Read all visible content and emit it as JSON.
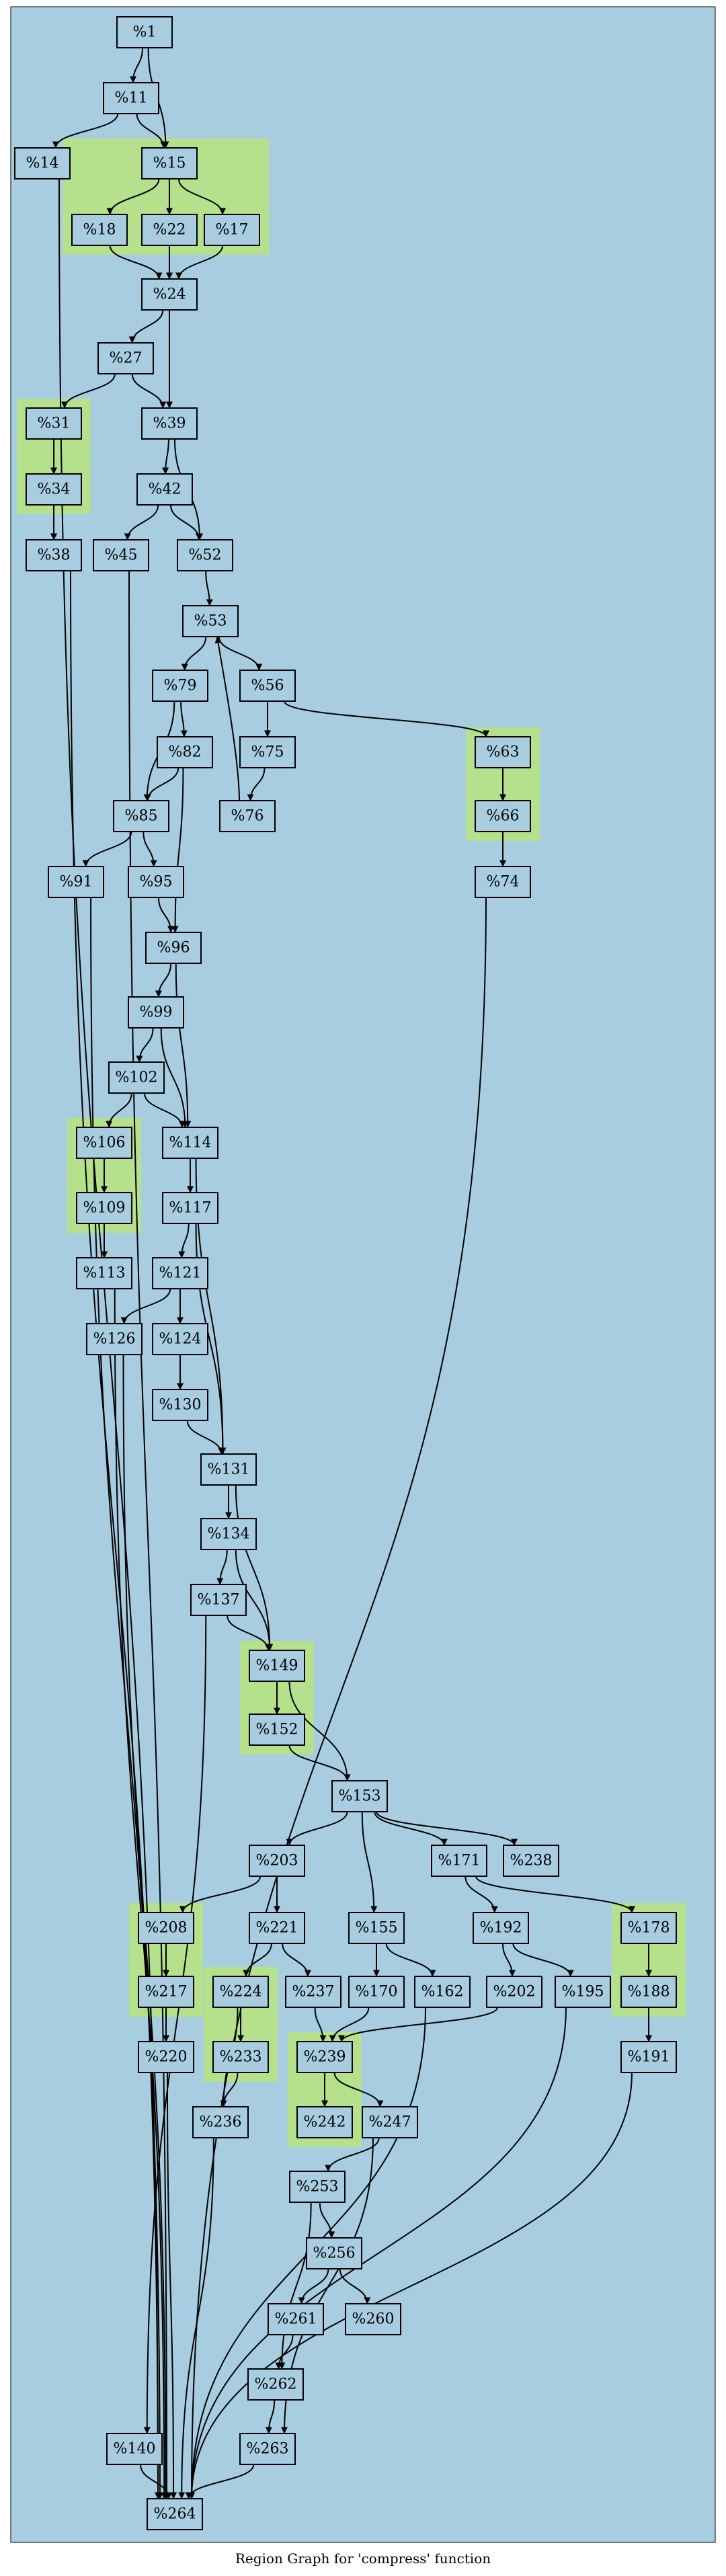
{
  "title": "Region Graph for 'compress' function",
  "colors": {
    "frame_bg": "#a8cde0",
    "region_bg": "#b5e08c",
    "node_fill": "#a8cde0",
    "stroke": "#000000"
  },
  "nodes": [
    {
      "id": "1",
      "label": "%1"
    },
    {
      "id": "11",
      "label": "%11"
    },
    {
      "id": "14",
      "label": "%14"
    },
    {
      "id": "15",
      "label": "%15"
    },
    {
      "id": "18",
      "label": "%18"
    },
    {
      "id": "22",
      "label": "%22"
    },
    {
      "id": "17",
      "label": "%17"
    },
    {
      "id": "24",
      "label": "%24"
    },
    {
      "id": "27",
      "label": "%27"
    },
    {
      "id": "31",
      "label": "%31"
    },
    {
      "id": "39",
      "label": "%39"
    },
    {
      "id": "34",
      "label": "%34"
    },
    {
      "id": "42",
      "label": "%42"
    },
    {
      "id": "38",
      "label": "%38"
    },
    {
      "id": "45",
      "label": "%45"
    },
    {
      "id": "52",
      "label": "%52"
    },
    {
      "id": "53",
      "label": "%53"
    },
    {
      "id": "79",
      "label": "%79"
    },
    {
      "id": "56",
      "label": "%56"
    },
    {
      "id": "82",
      "label": "%82"
    },
    {
      "id": "75",
      "label": "%75"
    },
    {
      "id": "63",
      "label": "%63"
    },
    {
      "id": "85",
      "label": "%85"
    },
    {
      "id": "76",
      "label": "%76"
    },
    {
      "id": "66",
      "label": "%66"
    },
    {
      "id": "91",
      "label": "%91"
    },
    {
      "id": "95",
      "label": "%95"
    },
    {
      "id": "74",
      "label": "%74"
    },
    {
      "id": "96",
      "label": "%96"
    },
    {
      "id": "99",
      "label": "%99"
    },
    {
      "id": "102",
      "label": "%102"
    },
    {
      "id": "106",
      "label": "%106"
    },
    {
      "id": "114",
      "label": "%114"
    },
    {
      "id": "109",
      "label": "%109"
    },
    {
      "id": "117",
      "label": "%117"
    },
    {
      "id": "113",
      "label": "%113"
    },
    {
      "id": "121",
      "label": "%121"
    },
    {
      "id": "126",
      "label": "%126"
    },
    {
      "id": "124",
      "label": "%124"
    },
    {
      "id": "130",
      "label": "%130"
    },
    {
      "id": "131",
      "label": "%131"
    },
    {
      "id": "134",
      "label": "%134"
    },
    {
      "id": "137",
      "label": "%137"
    },
    {
      "id": "149",
      "label": "%149"
    },
    {
      "id": "152",
      "label": "%152"
    },
    {
      "id": "153",
      "label": "%153"
    },
    {
      "id": "203",
      "label": "%203"
    },
    {
      "id": "171",
      "label": "%171"
    },
    {
      "id": "238",
      "label": "%238"
    },
    {
      "id": "208",
      "label": "%208"
    },
    {
      "id": "221",
      "label": "%221"
    },
    {
      "id": "155",
      "label": "%155"
    },
    {
      "id": "192",
      "label": "%192"
    },
    {
      "id": "178",
      "label": "%178"
    },
    {
      "id": "217",
      "label": "%217"
    },
    {
      "id": "224",
      "label": "%224"
    },
    {
      "id": "237",
      "label": "%237"
    },
    {
      "id": "170",
      "label": "%170"
    },
    {
      "id": "162",
      "label": "%162"
    },
    {
      "id": "202",
      "label": "%202"
    },
    {
      "id": "195",
      "label": "%195"
    },
    {
      "id": "188",
      "label": "%188"
    },
    {
      "id": "220",
      "label": "%220"
    },
    {
      "id": "233",
      "label": "%233"
    },
    {
      "id": "239",
      "label": "%239"
    },
    {
      "id": "191",
      "label": "%191"
    },
    {
      "id": "236",
      "label": "%236"
    },
    {
      "id": "242",
      "label": "%242"
    },
    {
      "id": "247",
      "label": "%247"
    },
    {
      "id": "253",
      "label": "%253"
    },
    {
      "id": "256",
      "label": "%256"
    },
    {
      "id": "261",
      "label": "%261"
    },
    {
      "id": "260",
      "label": "%260"
    },
    {
      "id": "262",
      "label": "%262"
    },
    {
      "id": "263",
      "label": "%263"
    },
    {
      "id": "140",
      "label": "%140"
    },
    {
      "id": "264",
      "label": "%264"
    }
  ],
  "regions": [
    [
      "15",
      "18",
      "22",
      "17"
    ],
    [
      "31",
      "34"
    ],
    [
      "63",
      "66"
    ],
    [
      "106",
      "109"
    ],
    [
      "149",
      "152"
    ],
    [
      "208",
      "217"
    ],
    [
      "224",
      "233"
    ],
    [
      "239",
      "242"
    ],
    [
      "178",
      "188"
    ]
  ],
  "edges": [
    [
      "1",
      "11"
    ],
    [
      "1",
      "15"
    ],
    [
      "11",
      "14"
    ],
    [
      "11",
      "15"
    ],
    [
      "15",
      "18"
    ],
    [
      "15",
      "22"
    ],
    [
      "15",
      "17"
    ],
    [
      "15",
      "24"
    ],
    [
      "18",
      "24"
    ],
    [
      "22",
      "24"
    ],
    [
      "17",
      "24"
    ],
    [
      "24",
      "27"
    ],
    [
      "24",
      "39"
    ],
    [
      "27",
      "31"
    ],
    [
      "27",
      "39"
    ],
    [
      "31",
      "34"
    ],
    [
      "31",
      "38"
    ],
    [
      "34",
      "38"
    ],
    [
      "39",
      "42"
    ],
    [
      "39",
      "52"
    ],
    [
      "42",
      "45"
    ],
    [
      "42",
      "52"
    ],
    [
      "52",
      "53"
    ],
    [
      "53",
      "79"
    ],
    [
      "53",
      "56"
    ],
    [
      "56",
      "75"
    ],
    [
      "56",
      "63"
    ],
    [
      "79",
      "82"
    ],
    [
      "79",
      "85"
    ],
    [
      "82",
      "85"
    ],
    [
      "82",
      "96"
    ],
    [
      "75",
      "76"
    ],
    [
      "76",
      "53"
    ],
    [
      "63",
      "66"
    ],
    [
      "63",
      "74"
    ],
    [
      "66",
      "74"
    ],
    [
      "85",
      "91"
    ],
    [
      "85",
      "95"
    ],
    [
      "95",
      "96"
    ],
    [
      "96",
      "99"
    ],
    [
      "96",
      "114"
    ],
    [
      "99",
      "102"
    ],
    [
      "99",
      "114"
    ],
    [
      "102",
      "106"
    ],
    [
      "102",
      "114"
    ],
    [
      "106",
      "109"
    ],
    [
      "106",
      "113"
    ],
    [
      "109",
      "113"
    ],
    [
      "114",
      "117"
    ],
    [
      "114",
      "131"
    ],
    [
      "117",
      "121"
    ],
    [
      "117",
      "131"
    ],
    [
      "121",
      "126"
    ],
    [
      "121",
      "124"
    ],
    [
      "124",
      "130"
    ],
    [
      "130",
      "131"
    ],
    [
      "131",
      "134"
    ],
    [
      "131",
      "149"
    ],
    [
      "134",
      "137"
    ],
    [
      "134",
      "149"
    ],
    [
      "137",
      "149"
    ],
    [
      "137",
      "140"
    ],
    [
      "149",
      "152"
    ],
    [
      "149",
      "153"
    ],
    [
      "152",
      "153"
    ],
    [
      "153",
      "203"
    ],
    [
      "153",
      "155"
    ],
    [
      "153",
      "171"
    ],
    [
      "153",
      "238"
    ],
    [
      "203",
      "208"
    ],
    [
      "203",
      "221"
    ],
    [
      "208",
      "217"
    ],
    [
      "208",
      "220"
    ],
    [
      "217",
      "220"
    ],
    [
      "221",
      "224"
    ],
    [
      "221",
      "237"
    ],
    [
      "224",
      "233"
    ],
    [
      "224",
      "236"
    ],
    [
      "233",
      "236"
    ],
    [
      "237",
      "239"
    ],
    [
      "155",
      "170"
    ],
    [
      "155",
      "162"
    ],
    [
      "170",
      "239"
    ],
    [
      "171",
      "192"
    ],
    [
      "171",
      "178"
    ],
    [
      "192",
      "202"
    ],
    [
      "192",
      "195"
    ],
    [
      "202",
      "239"
    ],
    [
      "178",
      "188"
    ],
    [
      "178",
      "191"
    ],
    [
      "188",
      "191"
    ],
    [
      "239",
      "242"
    ],
    [
      "239",
      "247"
    ],
    [
      "247",
      "253"
    ],
    [
      "247",
      "263"
    ],
    [
      "253",
      "256"
    ],
    [
      "253",
      "262"
    ],
    [
      "256",
      "261"
    ],
    [
      "256",
      "260"
    ],
    [
      "261",
      "262"
    ],
    [
      "262",
      "263"
    ],
    [
      "14",
      "264"
    ],
    [
      "38",
      "264"
    ],
    [
      "45",
      "264"
    ],
    [
      "74",
      "264"
    ],
    [
      "91",
      "264"
    ],
    [
      "113",
      "264"
    ],
    [
      "126",
      "264"
    ],
    [
      "140",
      "264"
    ],
    [
      "220",
      "264"
    ],
    [
      "236",
      "264"
    ],
    [
      "162",
      "264"
    ],
    [
      "195",
      "264"
    ],
    [
      "191",
      "264"
    ],
    [
      "263",
      "264"
    ]
  ]
}
